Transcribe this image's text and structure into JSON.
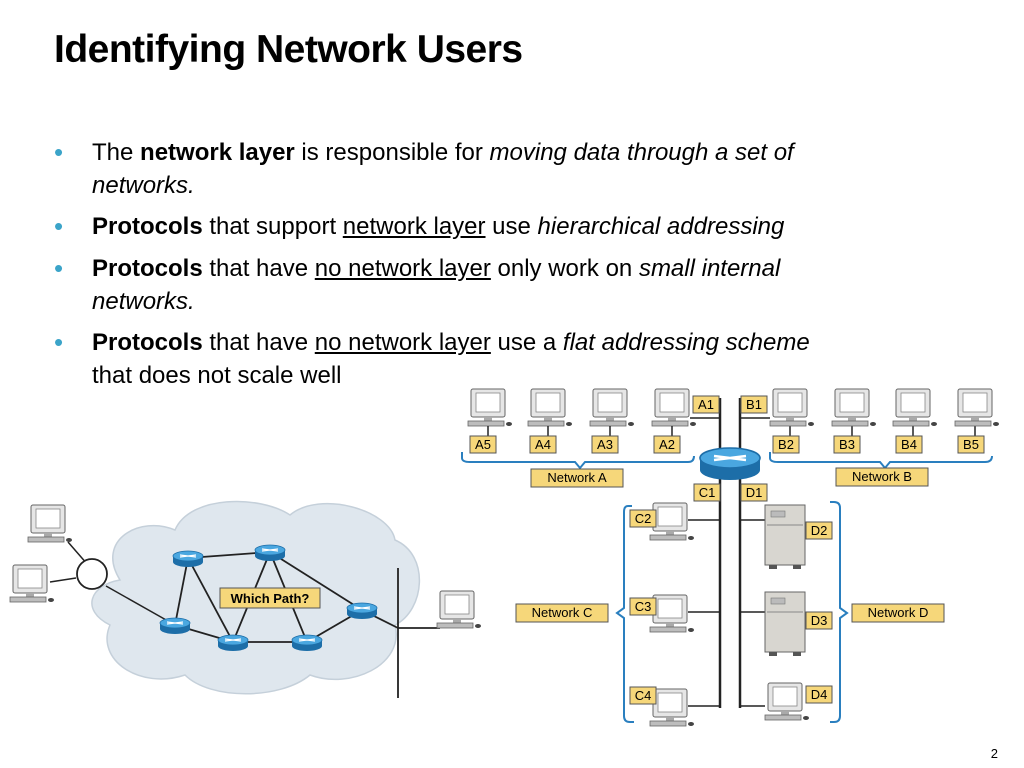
{
  "slide": {
    "title": "Identifying Network Users",
    "bullets": [
      {
        "t1": "The ",
        "t2": "network layer",
        "t3": " is responsible for ",
        "t4": "moving data through a set of",
        "t5": "networks."
      },
      {
        "t1": "Protocols",
        "t2": " that support ",
        "t3": "network layer",
        "t4": " use ",
        "t5": "hierarchical addressing"
      },
      {
        "t1": "Protocols",
        "t2": " that have ",
        "t3": "no network layer",
        "t4": " only work on ",
        "t5": "small internal",
        "t6": "networks."
      },
      {
        "t1": "Protocols",
        "t2": " that have ",
        "t3": "no network layer",
        "t4": " use a ",
        "t5": "flat addressing scheme",
        "t6": "that does not scale well"
      }
    ],
    "page_number": "2"
  },
  "left_diagram": {
    "cloud_label": "Which Path?"
  },
  "right_diagram": {
    "network_a_hosts": [
      "A5",
      "A4",
      "A3",
      "A2",
      "A1"
    ],
    "network_b_hosts": [
      "B1",
      "B2",
      "B3",
      "B4",
      "B5"
    ],
    "network_a_label": "Network A",
    "network_b_label": "Network B",
    "network_c_label": "Network C",
    "network_d_label": "Network D",
    "c1": "C1",
    "d1": "D1",
    "c_hosts": [
      "C2",
      "C3",
      "C4"
    ],
    "d_hosts": [
      "D2",
      "D3",
      "D4"
    ]
  },
  "colors": {
    "bullet": "#3ba4c9",
    "label_fill": "#f6d77a",
    "bracket": "#2a7fbf",
    "cloud": "#dfe7ee",
    "router": "#2f8fd0"
  }
}
